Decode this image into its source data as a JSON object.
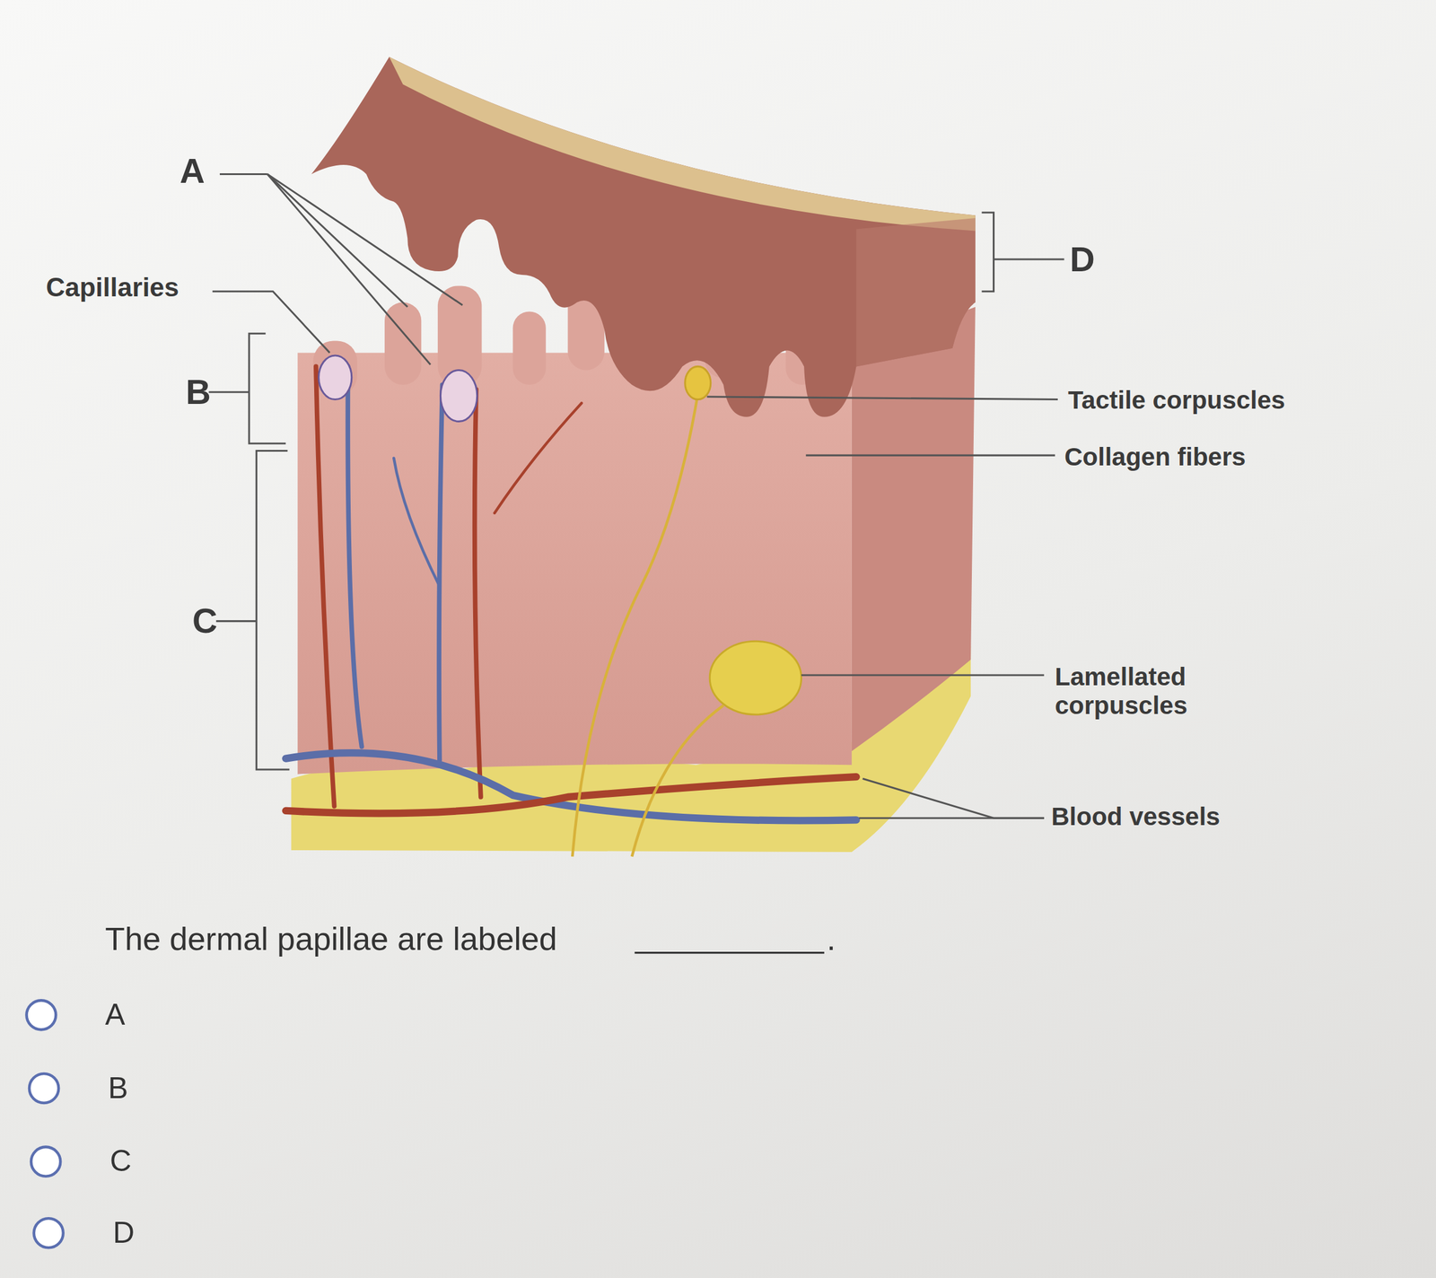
{
  "diagram": {
    "labels": [
      "A",
      "Capillaries",
      "B",
      "C",
      "D",
      "Tactile corpuscles",
      "Collagen fibers",
      "Lamellated corpuscles",
      "Blood vessels",
      "The dermal papillae are labeled",
      ".",
      "A",
      "B",
      "C",
      "D"
    ]
  }
}
